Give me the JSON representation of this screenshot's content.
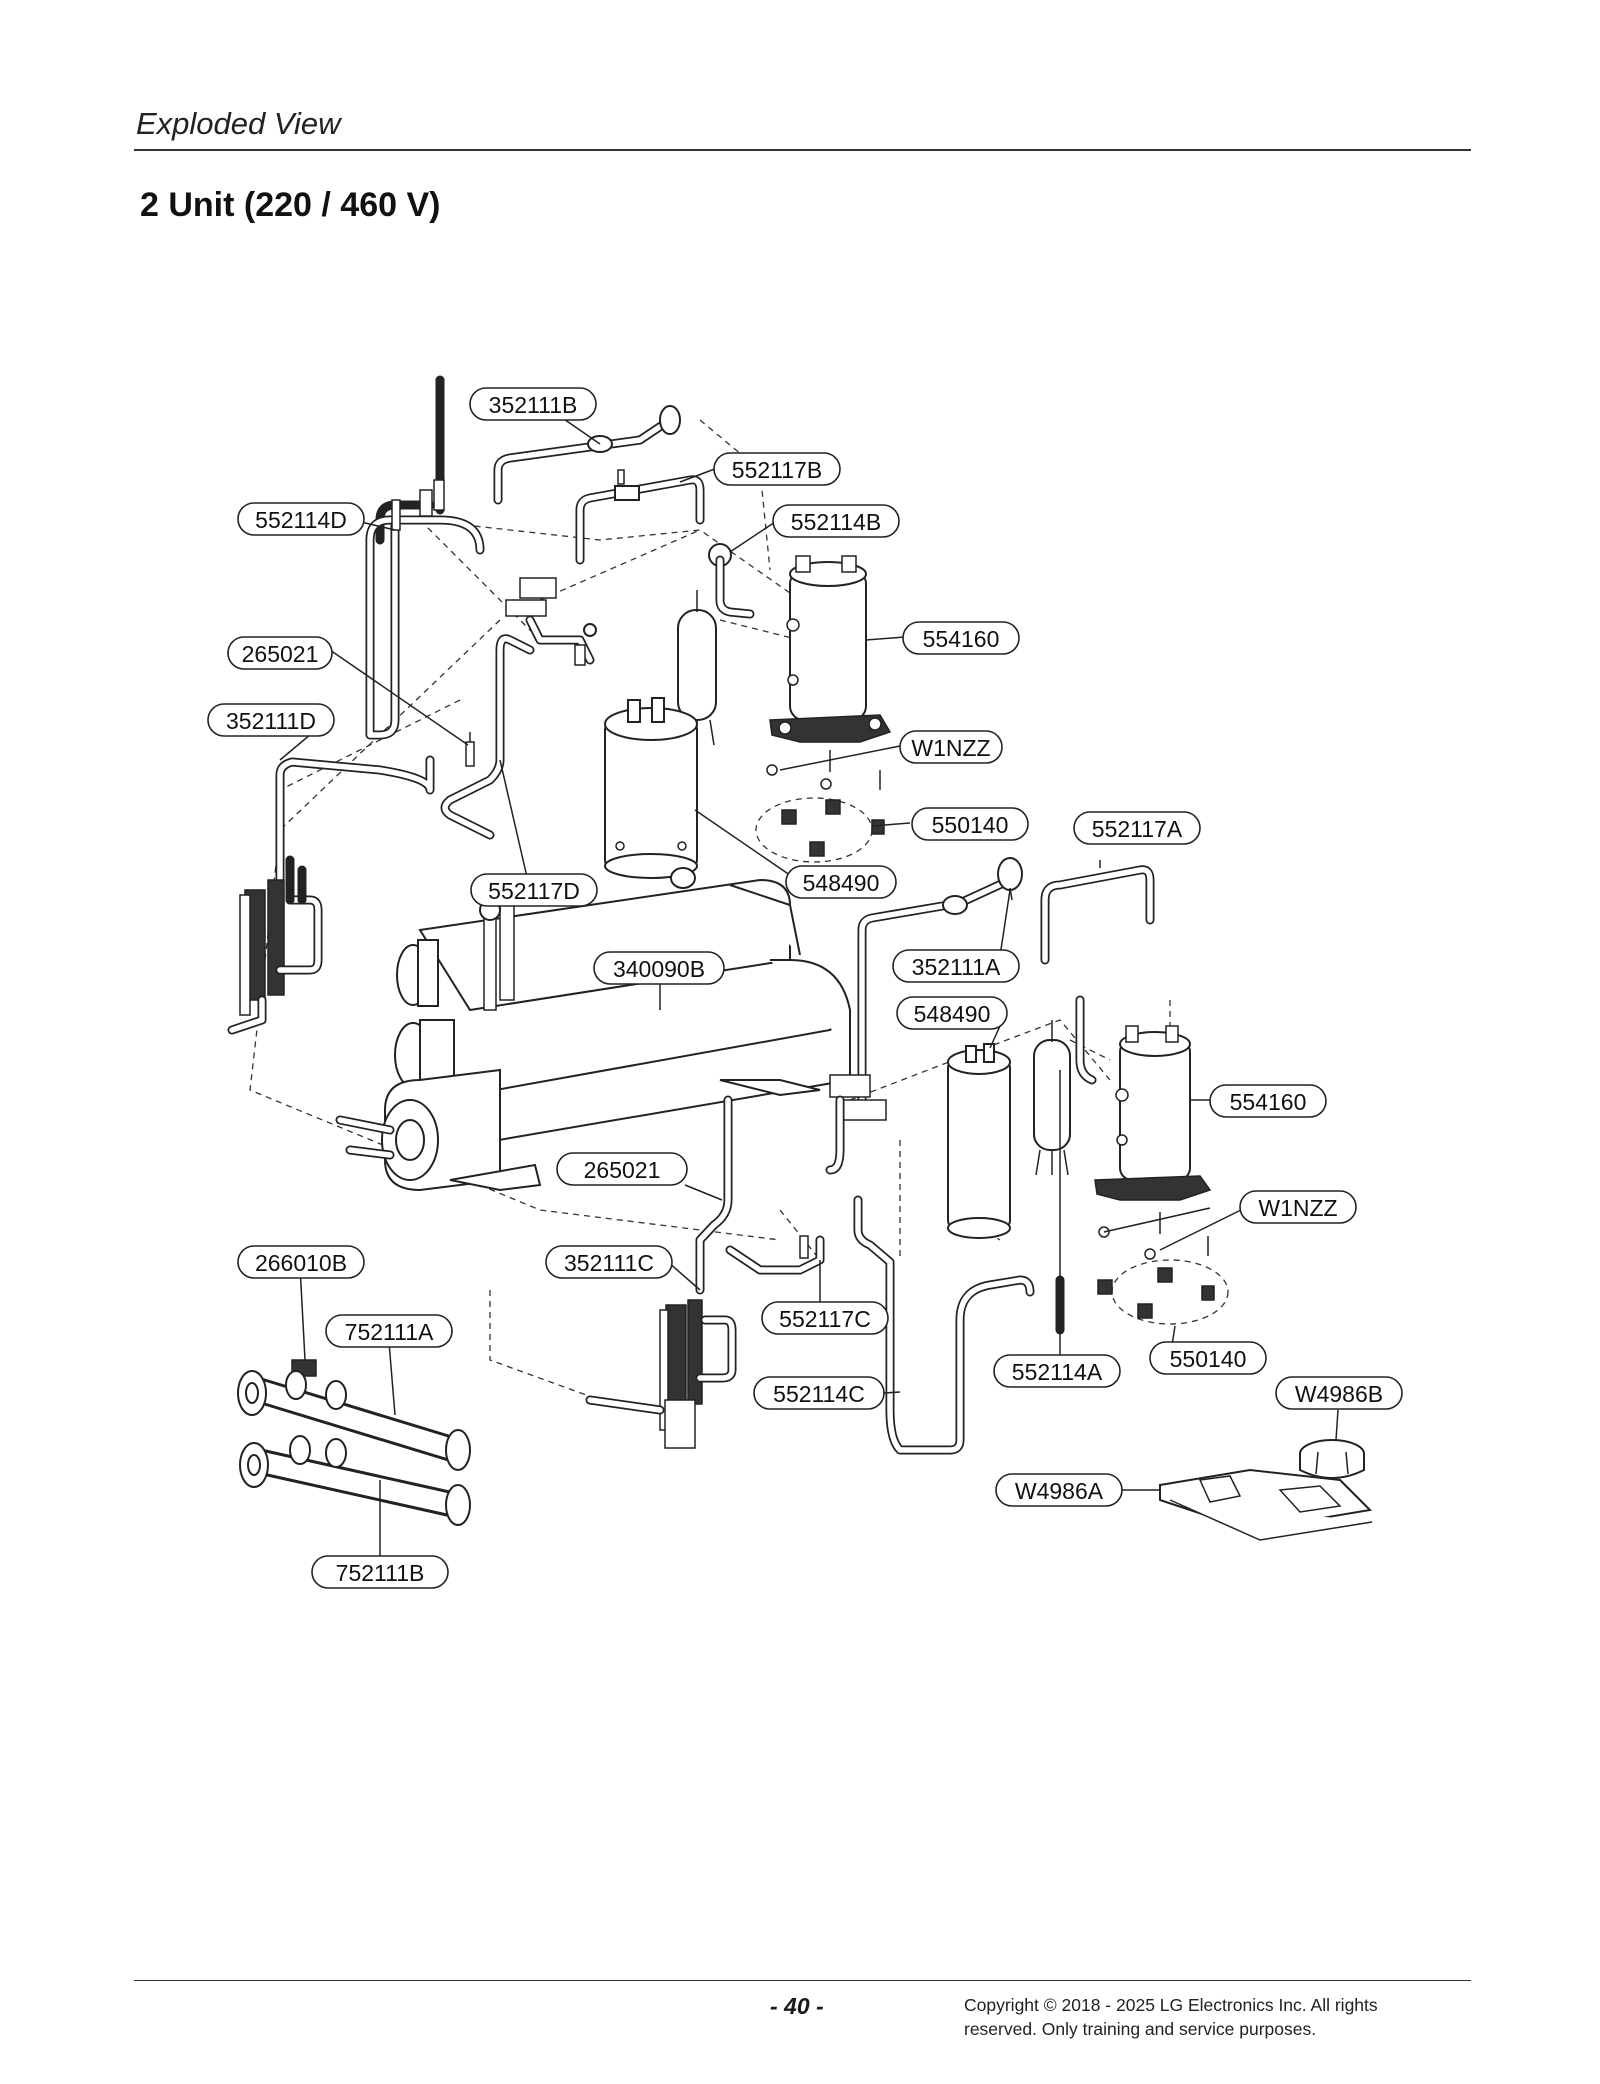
{
  "header": {
    "section": "Exploded View"
  },
  "page_title": "2 Unit (220 / 460 V)",
  "callouts": {
    "c352111B": "352111B",
    "c552117B": "552117B",
    "c552114D": "552114D",
    "c552114B": "552114B",
    "c554160_top": "554160",
    "c265021_top": "265021",
    "c352111D": "352111D",
    "cW1NZZ_top": "W1NZZ",
    "c550140_top": "550140",
    "c552117A": "552117A",
    "c548490_top": "548490",
    "c552117D": "552117D",
    "c352111A": "352111A",
    "c340090B": "340090B",
    "c548490_mid": "548490",
    "c554160_mid": "554160",
    "c265021_bot": "265021",
    "cW1NZZ_bot": "W1NZZ",
    "c266010B": "266010B",
    "c352111C": "352111C",
    "c752111A": "752111A",
    "c552117C": "552117C",
    "c552114A": "552114A",
    "c550140_bot": "550140",
    "c552114C": "552114C",
    "cW4986B": "W4986B",
    "cW4986A": "W4986A",
    "c752111B": "752111B"
  },
  "footer": {
    "page_number": "- 40 -",
    "copyright_line1": "Copyright © 2018 - 2025 LG Electronics Inc. All rights",
    "copyright_line2": "reserved. Only training and service purposes."
  }
}
